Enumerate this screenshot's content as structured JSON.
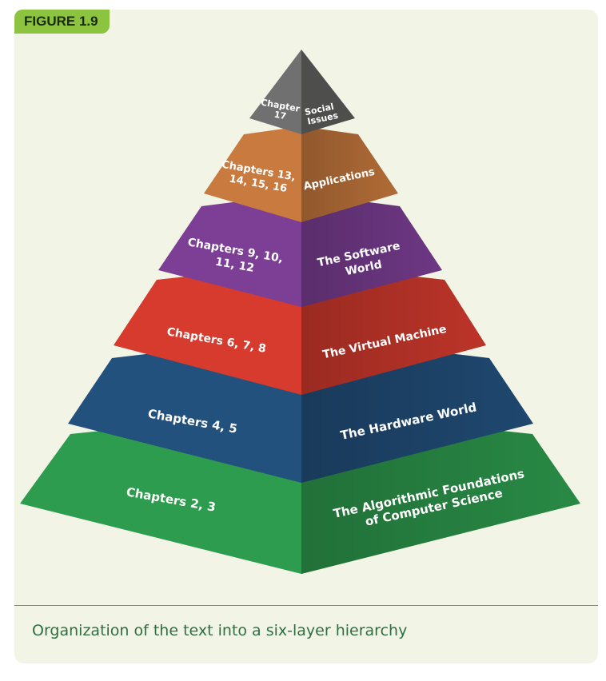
{
  "figure_label": "FIGURE 1.9",
  "caption": "Organization of the text into a six-layer hierarchy",
  "colors": {
    "top": "#6b6a66",
    "applications": "#c97a3e",
    "software": "#7d3f96",
    "virtual": "#d63b2e",
    "hardware": "#23517e",
    "algorithmic": "#2e9c4e"
  },
  "layers": [
    {
      "chapters": [
        "Chapter",
        "17"
      ],
      "title": [
        "Social",
        "Issues"
      ]
    },
    {
      "chapters": [
        "Chapters 13,",
        "14, 15, 16"
      ],
      "title": [
        "Applications"
      ]
    },
    {
      "chapters": [
        "Chapters 9, 10,",
        "11, 12"
      ],
      "title": [
        "The Software",
        "World"
      ]
    },
    {
      "chapters": [
        "Chapters 6, 7, 8"
      ],
      "title": [
        "The Virtual Machine"
      ]
    },
    {
      "chapters": [
        "Chapters 4, 5"
      ],
      "title": [
        "The Hardware World"
      ]
    },
    {
      "chapters": [
        "Chapters 2, 3"
      ],
      "title": [
        "The Algorithmic Foundations",
        "of Computer Science"
      ]
    }
  ]
}
